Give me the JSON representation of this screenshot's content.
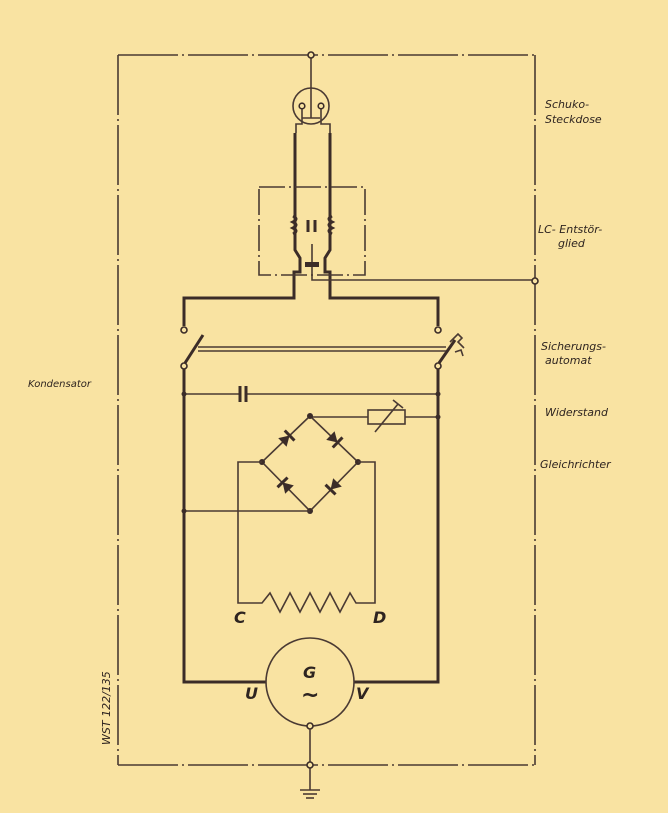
{
  "labels": {
    "socket": [
      "Schuko-",
      "Steckdose"
    ],
    "lc_filter": [
      "LC- Entstör-",
      "glied"
    ],
    "circuit_breaker": [
      "Sicherungs-",
      "automat"
    ],
    "resistor": "Widerstand",
    "rectifier": "Gleichrichter",
    "capacitor": "Kondensator",
    "drawing_number": "WST 122/135"
  },
  "terminals": {
    "field_c": "C",
    "field_d": "D",
    "gen_u": "U",
    "gen_v": "V"
  },
  "generator": {
    "letter": "G",
    "ac_symbol": "~"
  },
  "colors": {
    "paper": "#f9e3a2",
    "ink": "#3b2c28"
  }
}
